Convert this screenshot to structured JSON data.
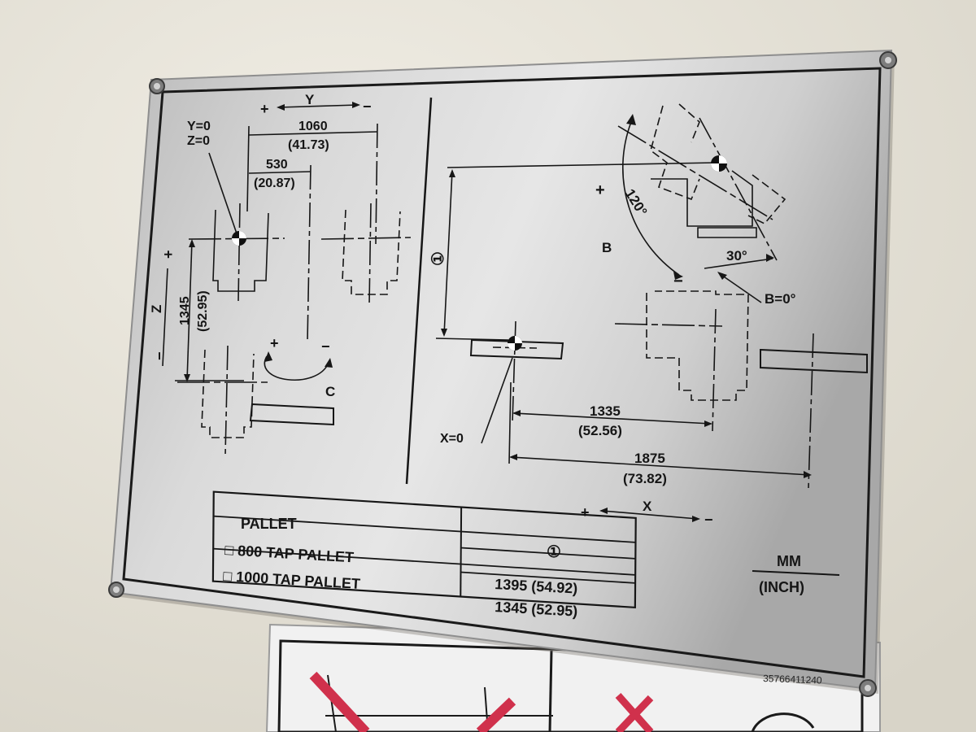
{
  "plate": {
    "left_diagram": {
      "y_axis_label": "Y",
      "y_plus": "+",
      "y_minus": "−",
      "origin_y": "Y=0",
      "origin_z": "Z=0",
      "dim_1060": "1060",
      "dim_1060_inch": "(41.73)",
      "dim_530": "530",
      "dim_530_inch": "(20.87)",
      "z_axis_label": "Z",
      "z_plus": "+",
      "z_minus": "−",
      "dim_1345": "1345",
      "dim_1345_inch": "(52.95)",
      "c_label": "C",
      "c_plus": "+",
      "c_minus": "−"
    },
    "right_diagram": {
      "circled_ref": "①",
      "b_plus": "+",
      "b_minus": "−",
      "angle_120": "120°",
      "angle_30": "30°",
      "b_label": "B",
      "b_zero": "B=0°",
      "x_zero": "X=0",
      "dim_1335": "1335",
      "dim_1335_inch": "(52.56)",
      "dim_1875": "1875",
      "dim_1875_inch": "(73.82)",
      "x_axis_label": "X",
      "x_plus": "+",
      "x_minus": "−"
    },
    "table": {
      "header_left": "PALLET",
      "header_right": "①",
      "rows": [
        {
          "label": "□ 800 TAP PALLET",
          "value": "1395 (54.92)"
        },
        {
          "label": "□ 1000 TAP PALLET",
          "value": "1345 (52.95)"
        }
      ]
    },
    "units_top": "MM",
    "units_bottom": "(INCH)",
    "serial": "35766411240"
  },
  "colors": {
    "wall": "#e9e6dc",
    "plate_light": "#dcdcdc",
    "plate_dark": "#a9a9a9",
    "ink": "#161616",
    "warning_red": "#d0314c"
  }
}
